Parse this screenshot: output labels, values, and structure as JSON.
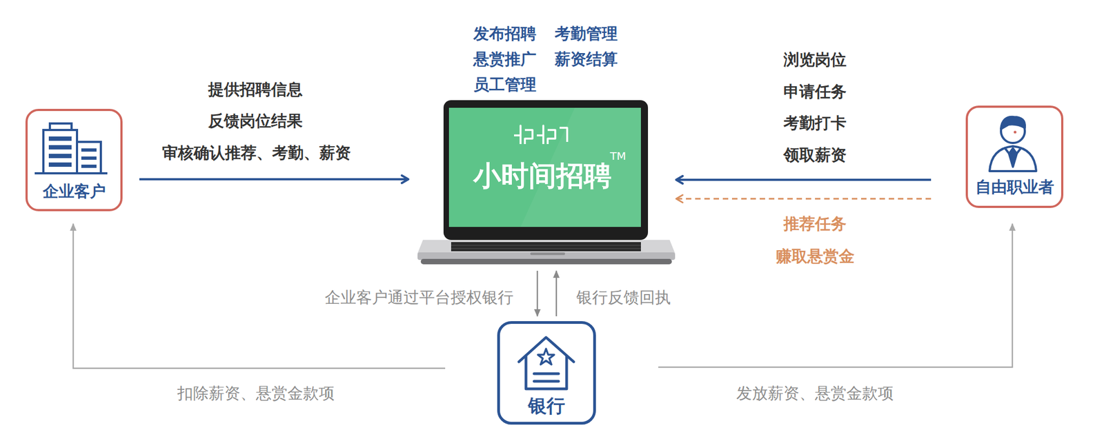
{
  "diagram": {
    "nodes": [
      {
        "text": [
          "企业客户"
        ]
      },
      {
        "text": [
          "小时间招聘"
        ]
      },
      {
        "text": [
          "自由职业者"
        ]
      },
      {
        "text": [
          "银行"
        ]
      }
    ],
    "edges": [
      {
        "from": 0,
        "to": 1,
        "arrow": "to"
      },
      {
        "from": 2,
        "to": 1,
        "arrow": "to"
      },
      {
        "from": 2,
        "to": 1,
        "arrow": "to"
      },
      {
        "from": 1,
        "to": 3,
        "arrow": "to",
        "label": "企业客户通过平台授权银行"
      },
      {
        "from": 3,
        "to": 1,
        "arrow": "to",
        "label": "银行反馈回执"
      },
      {
        "from": 3,
        "to": 0,
        "arrow": "to",
        "label": "扣除薪资、悬赏金款项"
      },
      {
        "from": 3,
        "to": 2,
        "arrow": "to",
        "label": "发放薪资、悬赏金款项"
      }
    ],
    "labels": [
      "发布招聘",
      "考勤管理",
      "悬赏推广",
      "薪资结算",
      "员工管理",
      "TM",
      "提供招聘信息",
      "反馈岗位结果",
      "审核确认推荐、考勤、薪资",
      "浏览岗位",
      "申请任务",
      "考勤打卡",
      "领取薪资",
      "推荐任务",
      "赚取悬赏金"
    ]
  }
}
